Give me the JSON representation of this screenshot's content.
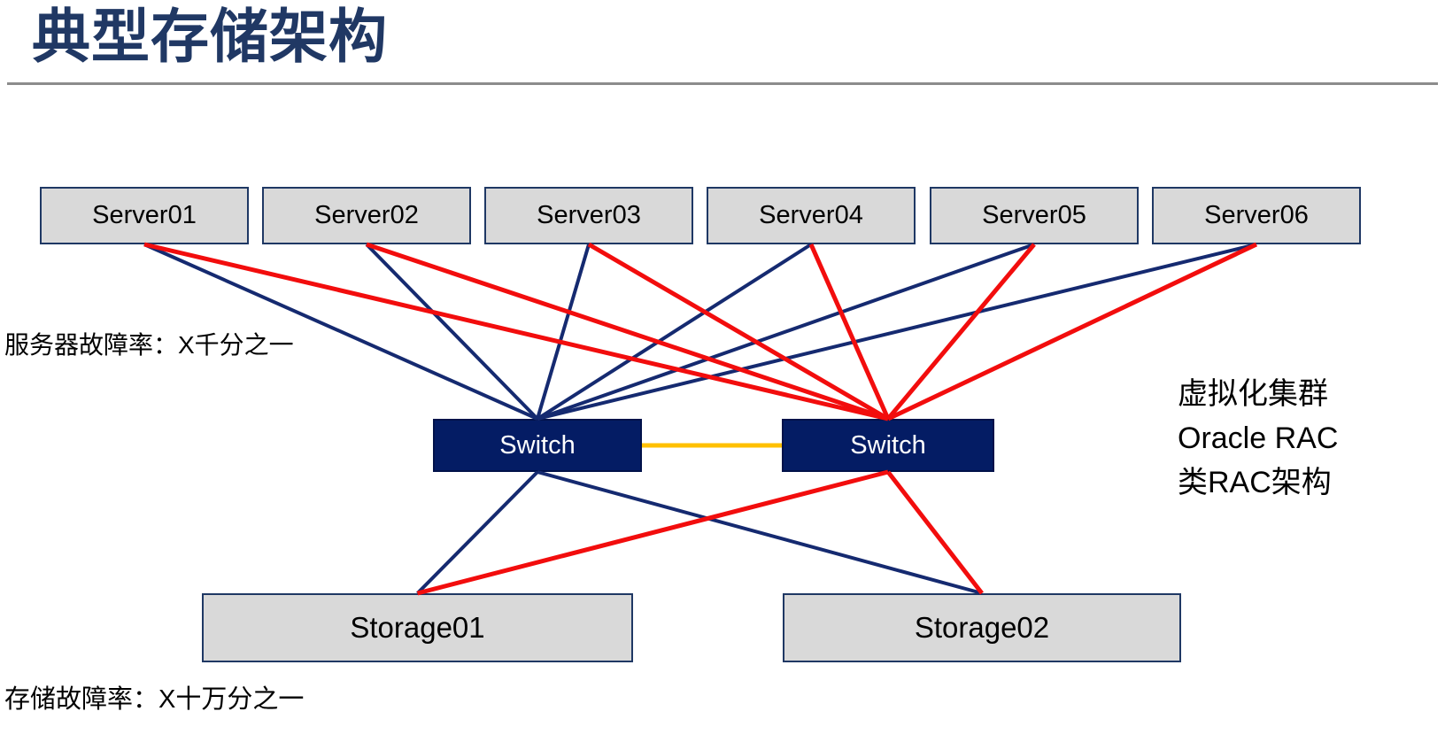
{
  "slide": {
    "title": "典型存储架构"
  },
  "colors": {
    "title": "#203864",
    "separator": "#8c8c8c",
    "box_fill": "#d9d9d9",
    "box_border": "#1f3864",
    "switch_fill": "#041c64",
    "switch_border": "#02124a",
    "switch_text": "#ffffff",
    "navy_line": "#152a70",
    "red_line": "#f20d0d",
    "yellow_line": "#ffc000",
    "text": "#000000"
  },
  "nodes": {
    "servers": [
      {
        "id": "server01",
        "label": "Server01"
      },
      {
        "id": "server02",
        "label": "Server02"
      },
      {
        "id": "server03",
        "label": "Server03"
      },
      {
        "id": "server04",
        "label": "Server04"
      },
      {
        "id": "server05",
        "label": "Server05"
      },
      {
        "id": "server06",
        "label": "Server06"
      }
    ],
    "switches": [
      {
        "id": "switch-a",
        "label": "Switch"
      },
      {
        "id": "switch-b",
        "label": "Switch"
      }
    ],
    "storages": [
      {
        "id": "storage01",
        "label": "Storage01"
      },
      {
        "id": "storage02",
        "label": "Storage02"
      }
    ]
  },
  "edges": [
    {
      "from": "server01",
      "to": "switch-a",
      "color": "navy"
    },
    {
      "from": "server02",
      "to": "switch-a",
      "color": "navy"
    },
    {
      "from": "server03",
      "to": "switch-a",
      "color": "navy"
    },
    {
      "from": "server04",
      "to": "switch-a",
      "color": "navy"
    },
    {
      "from": "server05",
      "to": "switch-a",
      "color": "navy"
    },
    {
      "from": "server06",
      "to": "switch-a",
      "color": "navy"
    },
    {
      "from": "switch-a",
      "to": "storage01",
      "color": "navy"
    },
    {
      "from": "switch-a",
      "to": "storage02",
      "color": "navy"
    },
    {
      "from": "server01",
      "to": "switch-b",
      "color": "red"
    },
    {
      "from": "server02",
      "to": "switch-b",
      "color": "red"
    },
    {
      "from": "server03",
      "to": "switch-b",
      "color": "red"
    },
    {
      "from": "server04",
      "to": "switch-b",
      "color": "red"
    },
    {
      "from": "server05",
      "to": "switch-b",
      "color": "red"
    },
    {
      "from": "server06",
      "to": "switch-b",
      "color": "red"
    },
    {
      "from": "switch-b",
      "to": "storage01",
      "color": "red"
    },
    {
      "from": "switch-b",
      "to": "storage02",
      "color": "red"
    },
    {
      "from": "switch-a",
      "to": "switch-b",
      "color": "yellow"
    }
  ],
  "annotations": {
    "server_failure": "服务器故障率：X千分之一",
    "storage_failure": "存储故障率：X十万分之一",
    "cluster_note": [
      "虚拟化集群",
      "Oracle RAC",
      "类RAC架构"
    ]
  }
}
